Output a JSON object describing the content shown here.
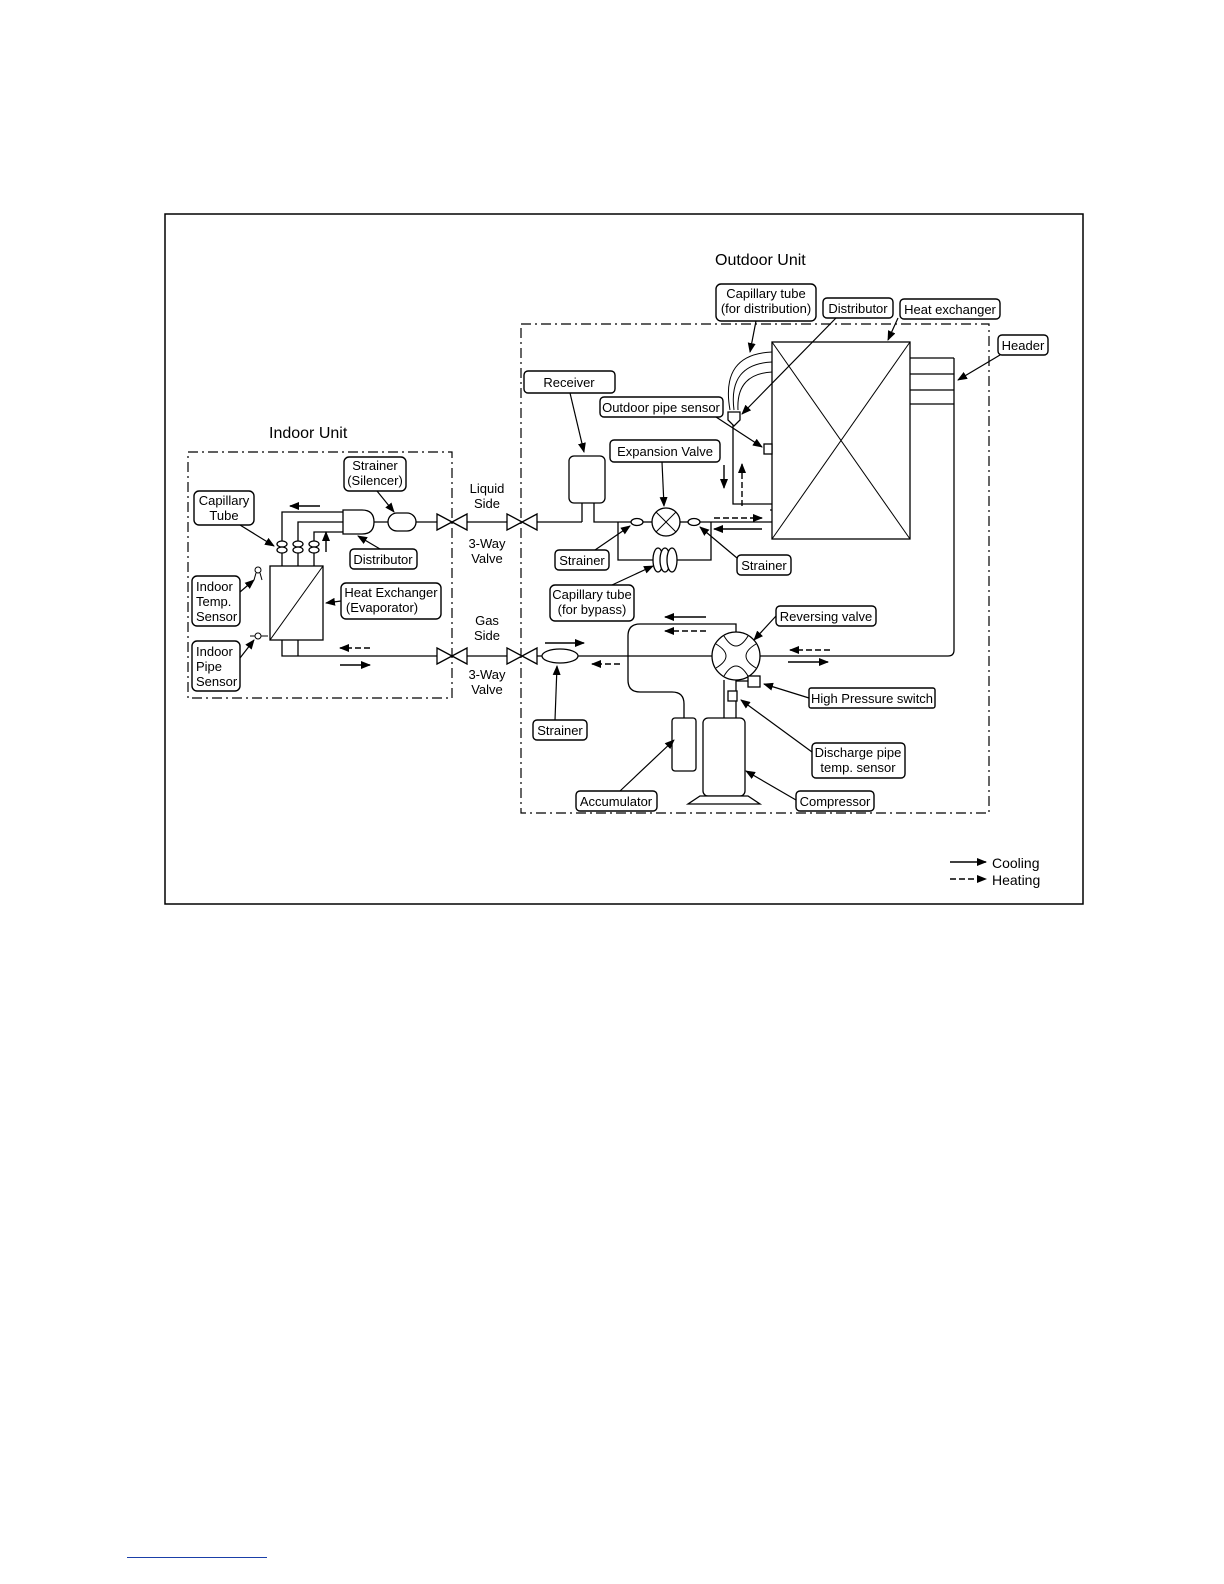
{
  "titles": {
    "outdoor_unit": "Outdoor Unit",
    "indoor_unit": "Indoor Unit"
  },
  "labels": {
    "capillary_tube_distribution": [
      "Capillary tube",
      "(for distribution)"
    ],
    "distributor_outdoor": "Distributor",
    "heat_exchanger_outdoor": "Heat exchanger",
    "header": "Header",
    "receiver": "Receiver",
    "outdoor_pipe_sensor": "Outdoor pipe sensor",
    "expansion_valve": "Expansion Valve",
    "strainer_left": "Strainer",
    "strainer_right": "Strainer",
    "capillary_tube_bypass": [
      "Capillary tube",
      "(for bypass)"
    ],
    "reversing_valve": "Reversing valve",
    "high_pressure_switch": "High Pressure switch",
    "discharge_pipe_sensor": [
      "Discharge pipe",
      "temp. sensor"
    ],
    "strainer_gas": "Strainer",
    "accumulator": "Accumulator",
    "compressor": "Compressor",
    "strainer_silencer": [
      "Strainer",
      "(Silencer)"
    ],
    "capillary_tube_indoor": [
      "Capillary",
      "Tube"
    ],
    "distributor_indoor": "Distributor",
    "heat_exchanger_indoor": [
      "Heat Exchanger",
      "(Evaporator)"
    ],
    "indoor_temp_sensor": [
      "Indoor",
      "Temp.",
      "Sensor"
    ],
    "indoor_pipe_sensor": [
      "Indoor",
      "Pipe",
      "Sensor"
    ],
    "liquid_side": [
      "Liquid",
      "Side"
    ],
    "liquid_valve": [
      "3-Way",
      "Valve"
    ],
    "gas_side": [
      "Gas",
      "Side"
    ],
    "gas_valve": [
      "3-Way",
      "Valve"
    ]
  },
  "legend": {
    "cooling": "Cooling",
    "heating": "Heating"
  }
}
